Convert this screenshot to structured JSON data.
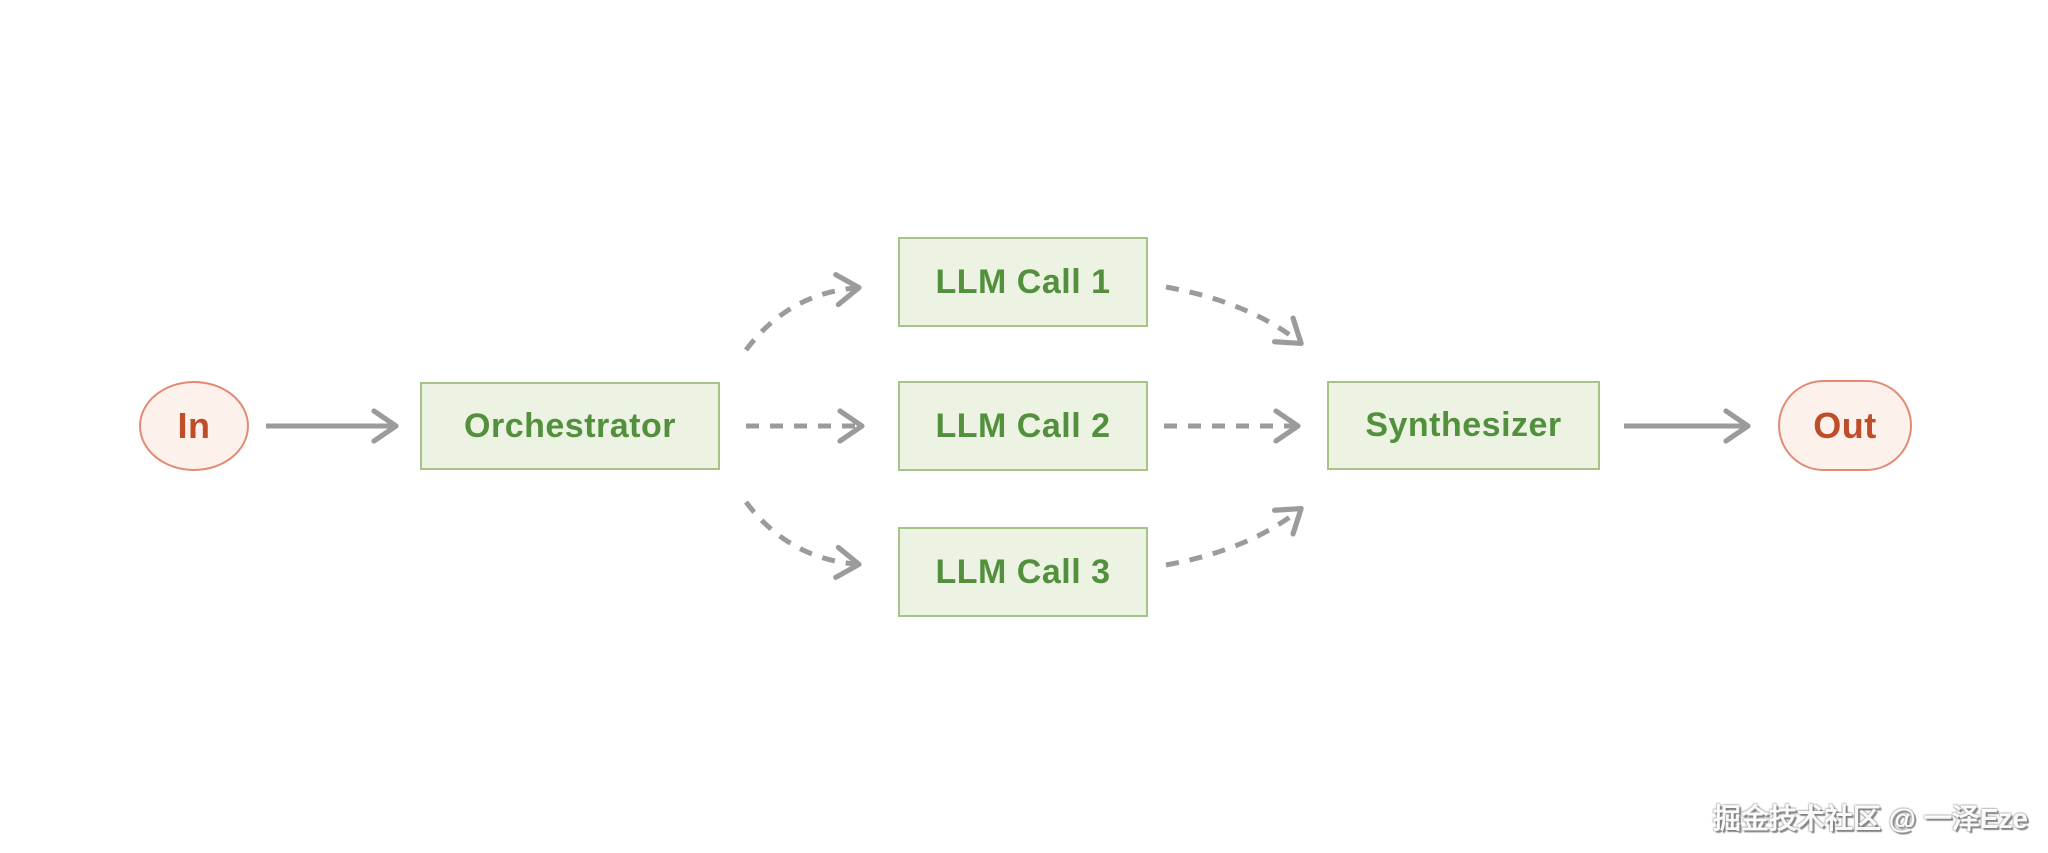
{
  "diagram": {
    "type": "flowchart",
    "pattern": "orchestrator-workers-parallelization",
    "background_color": "#ffffff",
    "arrow_color": "#9b9b9b",
    "nodes": {
      "in": {
        "label": "In",
        "shape": "circle",
        "fill": "#fdf1ec",
        "border_color": "#e18b75",
        "text_color": "#bf4e28"
      },
      "orchestrator": {
        "label": "Orchestrator",
        "shape": "rect",
        "fill": "#edf3e3",
        "border_color": "#a6c487",
        "text_color": "#53903d"
      },
      "llm_call_1": {
        "label": "LLM Call 1",
        "shape": "rect",
        "fill": "#edf3e3",
        "border_color": "#a6c487",
        "text_color": "#53903d"
      },
      "llm_call_2": {
        "label": "LLM Call 2",
        "shape": "rect",
        "fill": "#edf3e3",
        "border_color": "#a6c487",
        "text_color": "#53903d"
      },
      "llm_call_3": {
        "label": "LLM Call 3",
        "shape": "rect",
        "fill": "#edf3e3",
        "border_color": "#a6c487",
        "text_color": "#53903d"
      },
      "synthesizer": {
        "label": "Synthesizer",
        "shape": "rect",
        "fill": "#edf3e3",
        "border_color": "#a6c487",
        "text_color": "#53903d"
      },
      "out": {
        "label": "Out",
        "shape": "pill",
        "fill": "#fdf1ec",
        "border_color": "#e18b75",
        "text_color": "#bf4e28"
      }
    },
    "edges": [
      {
        "from": "in",
        "to": "orchestrator",
        "style": "solid"
      },
      {
        "from": "orchestrator",
        "to": "llm_call_1",
        "style": "dashed"
      },
      {
        "from": "orchestrator",
        "to": "llm_call_2",
        "style": "dashed"
      },
      {
        "from": "orchestrator",
        "to": "llm_call_3",
        "style": "dashed"
      },
      {
        "from": "llm_call_1",
        "to": "synthesizer",
        "style": "dashed"
      },
      {
        "from": "llm_call_2",
        "to": "synthesizer",
        "style": "dashed"
      },
      {
        "from": "llm_call_3",
        "to": "synthesizer",
        "style": "dashed"
      },
      {
        "from": "synthesizer",
        "to": "out",
        "style": "solid"
      }
    ]
  },
  "watermark": {
    "text": "掘金技术社区 @ 一泽Eze"
  }
}
